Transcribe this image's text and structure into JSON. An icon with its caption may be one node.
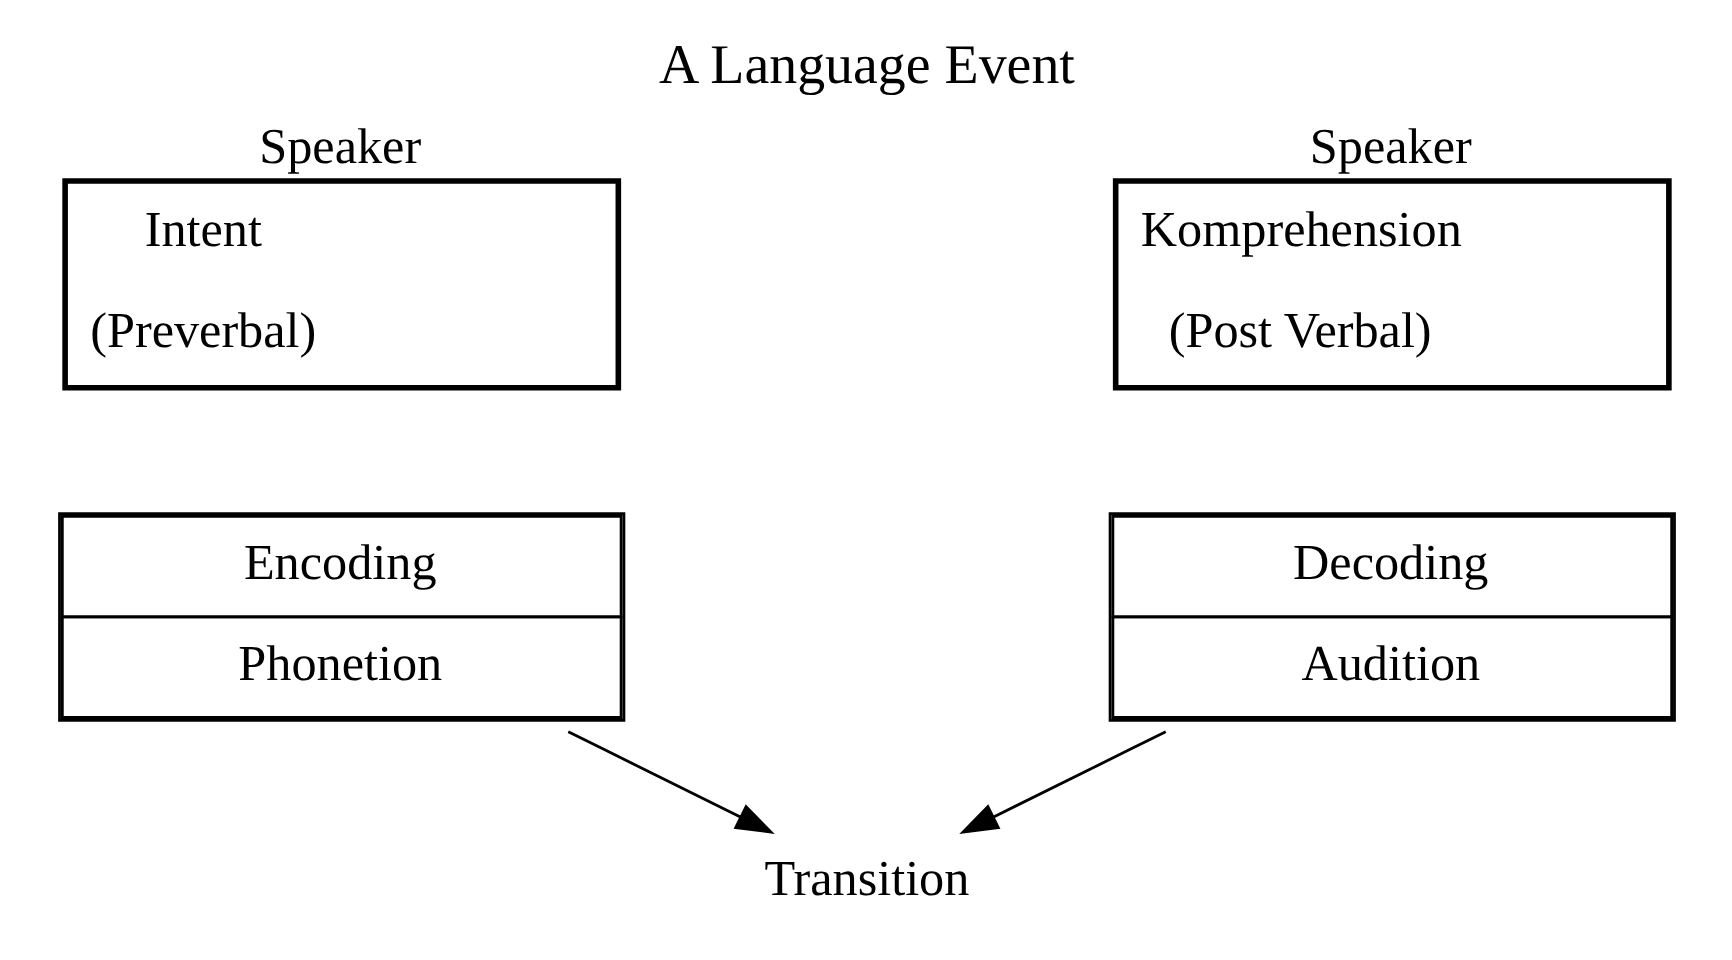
{
  "diagram": {
    "title": "A Language Event",
    "nodes": [
      {
        "text": [
          "Speaker",
          "Intent",
          "(Preverbal)"
        ]
      },
      {
        "text": [
          "Encoding",
          "Phonetion"
        ]
      },
      {
        "text": [
          "Speaker",
          "Komprehension",
          "(Post Verbal)"
        ]
      },
      {
        "text": [
          "Decoding",
          "Audition"
        ]
      },
      {
        "text": [
          "Transition"
        ]
      }
    ],
    "edges": [
      {
        "from": 1,
        "to": 4,
        "arrow": "to"
      },
      {
        "from": 3,
        "to": 4,
        "arrow": "to"
      }
    ]
  }
}
